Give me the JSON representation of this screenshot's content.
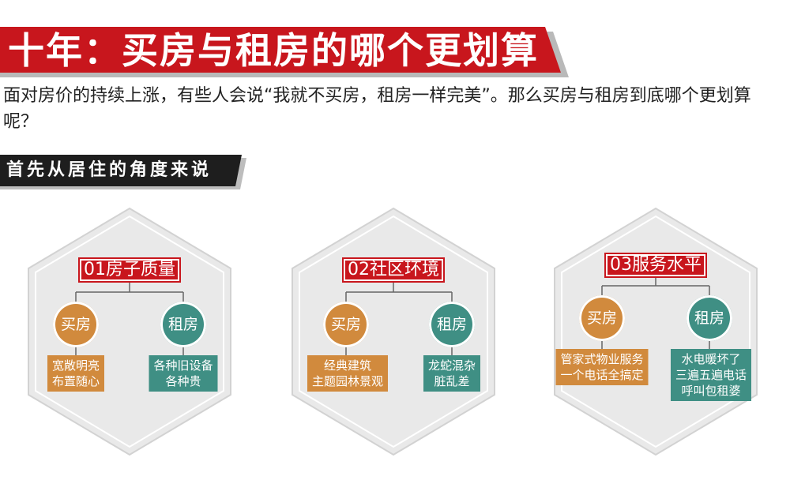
{
  "title": "十年：买房与租房的哪个更划算",
  "intro": "面对房价的持续上涨，有些人会说“我就不买房，租房一样完美”。那么买房与租房到底哪个更划算呢？",
  "section_title": "首先从居住的角度来说",
  "colors": {
    "accent_red": "#c8161d",
    "dark_banner": "#1e1e1e",
    "buy": "#d18a3d",
    "rent": "#3f8f84"
  },
  "cards": [
    {
      "heading": "01房子质量",
      "buy_label": "买房",
      "rent_label": "租房",
      "buy_lines": [
        "宽敞明亮",
        "布置随心"
      ],
      "rent_lines": [
        "各种旧设备",
        "各种贵"
      ]
    },
    {
      "heading": "02社区环境",
      "buy_label": "买房",
      "rent_label": "租房",
      "buy_lines": [
        "经典建筑",
        "主题园林景观"
      ],
      "rent_lines": [
        "龙蛇混杂",
        "脏乱差"
      ]
    },
    {
      "heading": "03服务水平",
      "buy_label": "买房",
      "rent_label": "租房",
      "buy_lines": [
        "管家式物业服务",
        "一个电话全搞定"
      ],
      "rent_lines": [
        "水电暖坏了",
        "三遍五遍电话",
        "呼叫包租婆"
      ]
    }
  ]
}
